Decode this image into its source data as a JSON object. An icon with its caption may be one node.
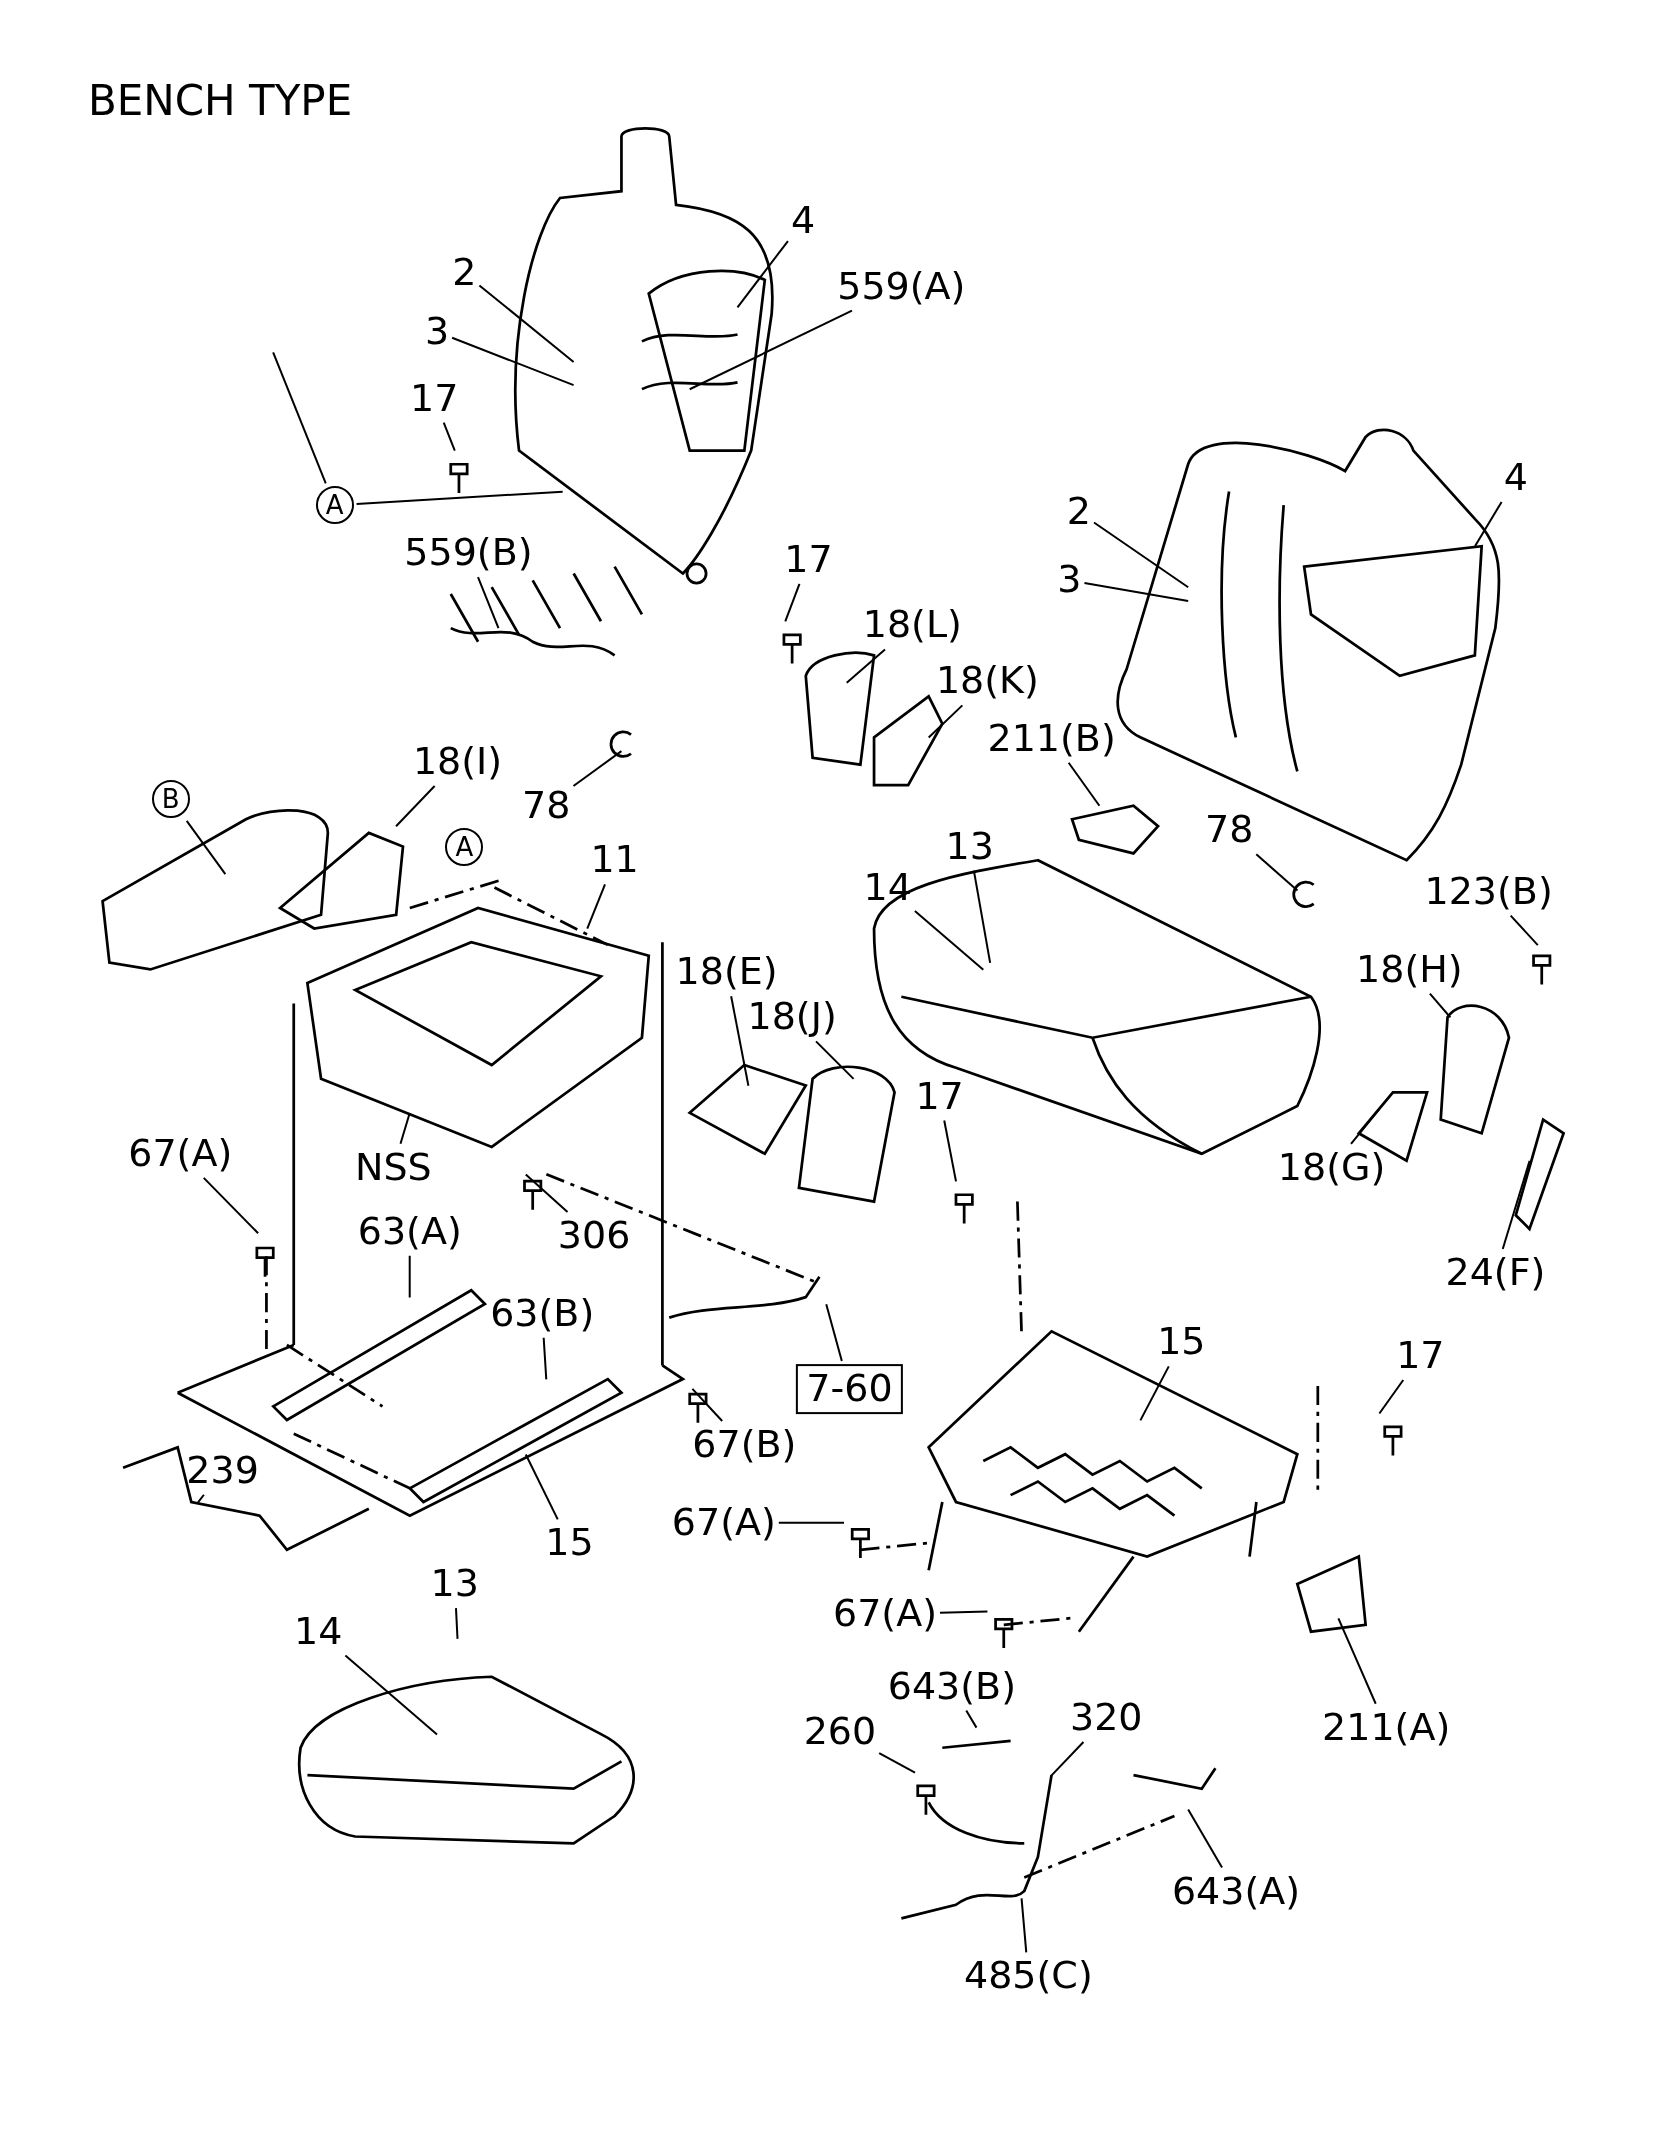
{
  "diagram": {
    "title": "BENCH TYPE",
    "nodes": [
      {
        "text": [
          "2"
        ]
      },
      {
        "text": [
          "3"
        ]
      },
      {
        "text": [
          "4"
        ]
      },
      {
        "text": [
          "559(A)"
        ]
      },
      {
        "text": [
          "17"
        ]
      },
      {
        "text": [
          "A"
        ]
      },
      {
        "text": [
          "559(B)"
        ]
      },
      {
        "text": [
          "17"
        ]
      },
      {
        "text": [
          "18(L)"
        ]
      },
      {
        "text": [
          "18(K)"
        ]
      },
      {
        "text": [
          "211(B)"
        ]
      },
      {
        "text": [
          "78"
        ]
      },
      {
        "text": [
          "18(I)"
        ]
      },
      {
        "text": [
          "B"
        ]
      },
      {
        "text": [
          "A"
        ]
      },
      {
        "text": [
          "11"
        ]
      },
      {
        "text": [
          "2"
        ]
      },
      {
        "text": [
          "3"
        ]
      },
      {
        "text": [
          "4"
        ]
      },
      {
        "text": [
          "78"
        ]
      },
      {
        "text": [
          "13"
        ]
      },
      {
        "text": [
          "14"
        ]
      },
      {
        "text": [
          "123(B)"
        ]
      },
      {
        "text": [
          "18(H)"
        ]
      },
      {
        "text": [
          "18(E)"
        ]
      },
      {
        "text": [
          "18(J)"
        ]
      },
      {
        "text": [
          "17"
        ]
      },
      {
        "text": [
          "18(G)"
        ]
      },
      {
        "text": [
          "24(F)"
        ]
      },
      {
        "text": [
          "67(A)"
        ]
      },
      {
        "text": [
          "NSS"
        ]
      },
      {
        "text": [
          "306"
        ]
      },
      {
        "text": [
          "63(A)"
        ]
      },
      {
        "text": [
          "63(B)"
        ]
      },
      {
        "text": [
          "7-60"
        ]
      },
      {
        "text": [
          "67(B)"
        ]
      },
      {
        "text": [
          "15"
        ]
      },
      {
        "text": [
          "17"
        ]
      },
      {
        "text": [
          "239"
        ]
      },
      {
        "text": [
          "15"
        ]
      },
      {
        "text": [
          "67(A)"
        ]
      },
      {
        "text": [
          "67(A)"
        ]
      },
      {
        "text": [
          "13"
        ]
      },
      {
        "text": [
          "14"
        ]
      },
      {
        "text": [
          "643(B)"
        ]
      },
      {
        "text": [
          "260"
        ]
      },
      {
        "text": [
          "320"
        ]
      },
      {
        "text": [
          "211(A)"
        ]
      },
      {
        "text": [
          "643(A)"
        ]
      },
      {
        "text": [
          "485(C)"
        ]
      }
    ],
    "edges": [
      {
        "from": 0,
        "to": null,
        "arrow": "none"
      },
      {
        "from": 1,
        "to": null,
        "arrow": "none"
      },
      {
        "from": 2,
        "to": null,
        "arrow": "none"
      },
      {
        "from": 3,
        "to": null,
        "arrow": "none"
      },
      {
        "from": 4,
        "to": null,
        "arrow": "none"
      },
      {
        "from": 5,
        "to": null,
        "arrow": "none"
      },
      {
        "from": 5,
        "to": null,
        "arrow": "none"
      },
      {
        "from": 6,
        "to": null,
        "arrow": "none"
      },
      {
        "from": 7,
        "to": null,
        "arrow": "none"
      },
      {
        "from": 8,
        "to": null,
        "arrow": "none"
      },
      {
        "from": 9,
        "to": null,
        "arrow": "none"
      },
      {
        "from": 10,
        "to": null,
        "arrow": "none"
      },
      {
        "from": 11,
        "to": null,
        "arrow": "none"
      },
      {
        "from": 12,
        "to": null,
        "arrow": "none"
      },
      {
        "from": 13,
        "to": null,
        "arrow": "none"
      },
      {
        "from": 15,
        "to": null,
        "arrow": "none"
      },
      {
        "from": 16,
        "to": null,
        "arrow": "none"
      },
      {
        "from": 17,
        "to": null,
        "arrow": "none"
      },
      {
        "from": 18,
        "to": null,
        "arrow": "none"
      },
      {
        "from": 19,
        "to": null,
        "arrow": "none"
      },
      {
        "from": 20,
        "to": null,
        "arrow": "none"
      },
      {
        "from": 21,
        "to": null,
        "arrow": "none"
      },
      {
        "from": 22,
        "to": null,
        "arrow": "none"
      },
      {
        "from": 23,
        "to": null,
        "arrow": "none"
      },
      {
        "from": 24,
        "to": null,
        "arrow": "none"
      },
      {
        "from": 25,
        "to": null,
        "arrow": "none"
      },
      {
        "from": 26,
        "to": null,
        "arrow": "none"
      },
      {
        "from": 27,
        "to": null,
        "arrow": "none"
      },
      {
        "from": 28,
        "to": null,
        "arrow": "none"
      },
      {
        "from": 29,
        "to": null,
        "arrow": "none"
      },
      {
        "from": 30,
        "to": null,
        "arrow": "none"
      },
      {
        "from": 31,
        "to": null,
        "arrow": "none"
      },
      {
        "from": 32,
        "to": null,
        "arrow": "none"
      },
      {
        "from": 33,
        "to": null,
        "arrow": "none"
      },
      {
        "from": 34,
        "to": null,
        "arrow": "none"
      },
      {
        "from": 35,
        "to": null,
        "arrow": "none"
      },
      {
        "from": 36,
        "to": null,
        "arrow": "none"
      },
      {
        "from": 37,
        "to": null,
        "arrow": "none"
      },
      {
        "from": 38,
        "to": null,
        "arrow": "none"
      },
      {
        "from": 39,
        "to": null,
        "arrow": "none"
      },
      {
        "from": 40,
        "to": null,
        "arrow": "none"
      },
      {
        "from": 41,
        "to": null,
        "arrow": "none"
      },
      {
        "from": 42,
        "to": null,
        "arrow": "none"
      },
      {
        "from": 43,
        "to": null,
        "arrow": "none"
      },
      {
        "from": 44,
        "to": null,
        "arrow": "none"
      },
      {
        "from": 45,
        "to": null,
        "arrow": "none"
      },
      {
        "from": 46,
        "to": null,
        "arrow": "none"
      },
      {
        "from": 47,
        "to": null,
        "arrow": "none"
      },
      {
        "from": 48,
        "to": null,
        "arrow": "none"
      },
      {
        "from": 49,
        "to": null,
        "arrow": "none"
      }
    ]
  }
}
